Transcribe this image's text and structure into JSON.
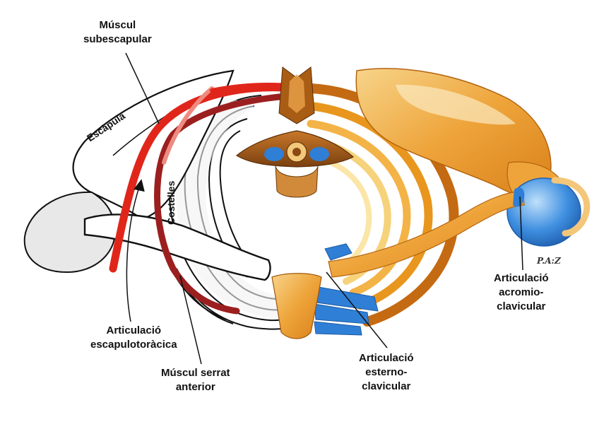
{
  "labels": {
    "muscul_subescapular": [
      "Múscul",
      "subescapular"
    ],
    "escapula": "Escàpula",
    "costelles": "Costelles",
    "articulacio_escapulotoracica": [
      "Articulació",
      "escapulotoràcica"
    ],
    "muscul_serrat_anterior": [
      "Múscul serrat",
      "anterior"
    ],
    "articulacio_esternoclavicular": [
      "Articulació",
      "esterno-",
      "clavicular"
    ],
    "articulacio_acromioclavicular": [
      "Articulació",
      "acromio-",
      "clavicular"
    ]
  },
  "signature": "P.A:Z",
  "colors": {
    "muscle_red": "#e0261b",
    "muscle_dark_red": "#9c1f1f",
    "muscle_light_red": "#ef8a80",
    "bone_orange": "#e8961e",
    "bone_light": "#f6d27a",
    "cartilage_blue": "#2f7fd6",
    "outline": "#111111"
  }
}
